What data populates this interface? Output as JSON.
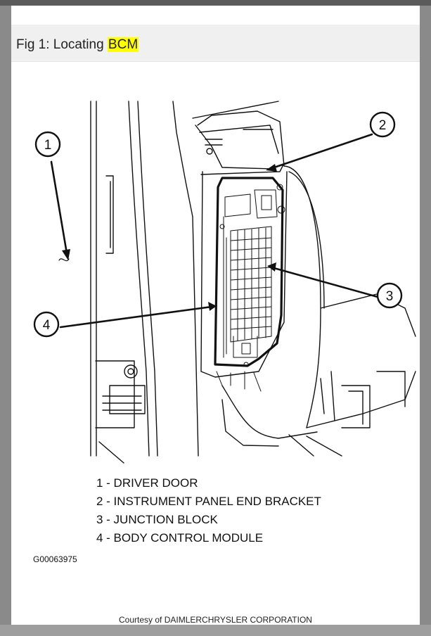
{
  "figure": {
    "title_prefix": "Fig 1: Locating ",
    "title_highlight": "BCM",
    "highlight_color": "#ffff00"
  },
  "callouts": [
    "1",
    "2",
    "3",
    "4"
  ],
  "legend": [
    "1 - DRIVER DOOR",
    "2 - INSTRUMENT PANEL END BRACKET",
    "3 - JUNCTION BLOCK",
    "4 - BODY CONTROL MODULE"
  ],
  "figure_code": "G00063975",
  "courtesy": "Courtesy of DAIMLERCHRYSLER CORPORATION"
}
